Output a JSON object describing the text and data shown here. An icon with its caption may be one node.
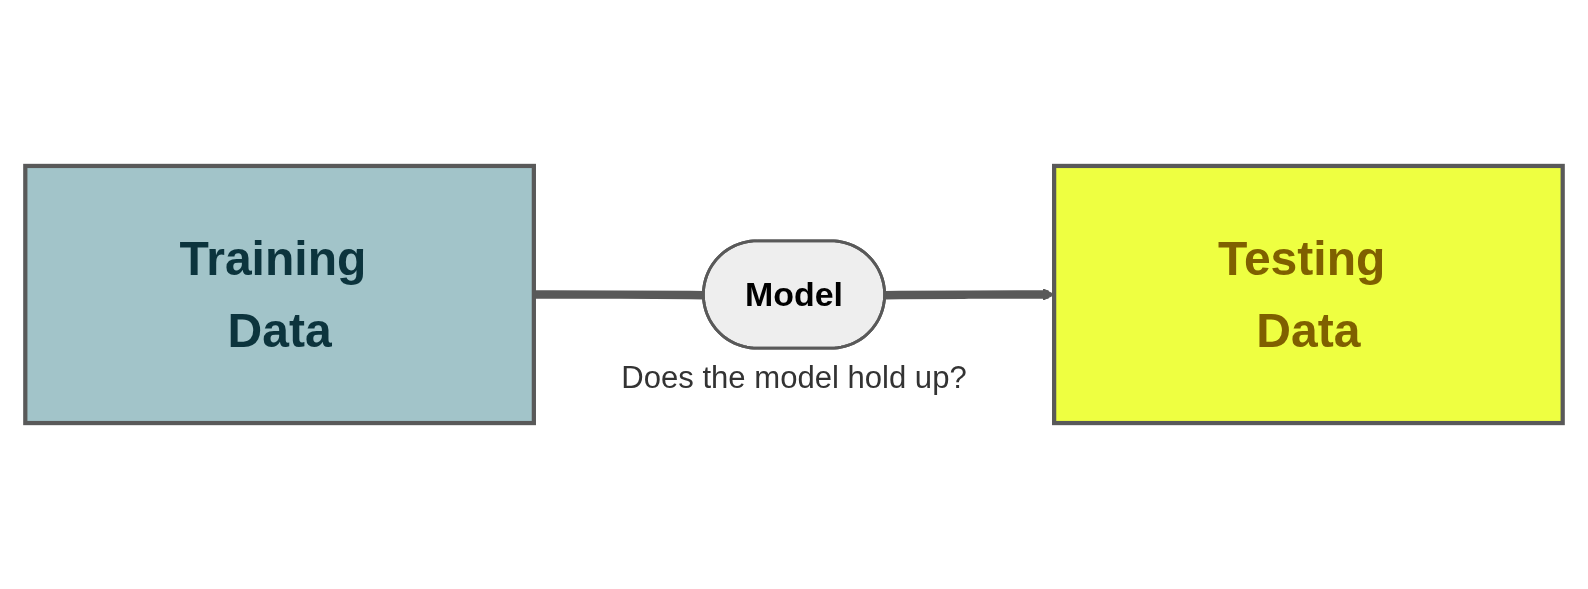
{
  "diagram": {
    "nodes": [
      {
        "text": [
          "Training Data"
        ]
      },
      {
        "text": [
          "Model"
        ],
        "beside": [
          "Does the model hold up?"
        ]
      },
      {
        "text": [
          "Testing Data"
        ]
      }
    ],
    "edges": [
      {
        "from": 0,
        "to": 1,
        "arrow": "none"
      },
      {
        "from": 1,
        "to": 2,
        "arrow": "to"
      }
    ]
  }
}
